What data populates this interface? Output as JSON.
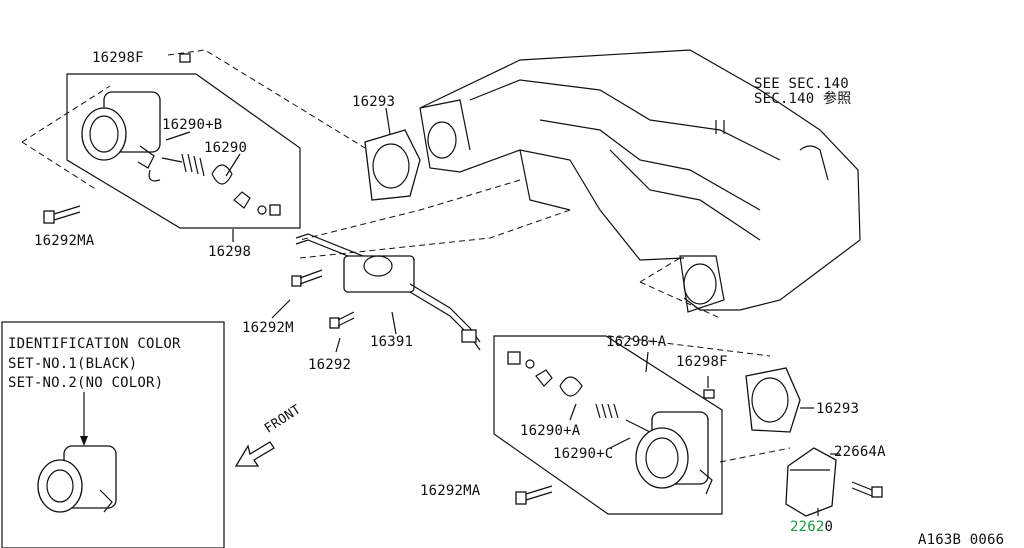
{
  "parts": {
    "p16298F_top": "16298F",
    "p16293_top": "16293",
    "p16290B": "16290+B",
    "p16290": "16290",
    "p16292MA_left": "16292MA",
    "p16298": "16298",
    "p16292M": "16292M",
    "p16292": "16292",
    "p16391": "16391",
    "p16298A": "16298+A",
    "p16298F_right": "16298F",
    "p16293_right": "16293",
    "p16290A": "16290+A",
    "p16290C": "16290+C",
    "p22664A": "22664A",
    "p16292MA_bottom": "16292MA",
    "p22620_hl": "2262",
    "p22620_rest": "0"
  },
  "see_sec": {
    "line1": "SEE SEC.140",
    "line2": "SEC.140 参照"
  },
  "identification": {
    "title": "IDENTIFICATION COLOR",
    "set1": "SET-NO.1(BLACK)",
    "set2": "SET-NO.2(NO COLOR)"
  },
  "front_label": "FRONT",
  "diagram_code": "A163B 0066",
  "colors": {
    "highlight": "#1a9a3a",
    "line": "#111111"
  }
}
